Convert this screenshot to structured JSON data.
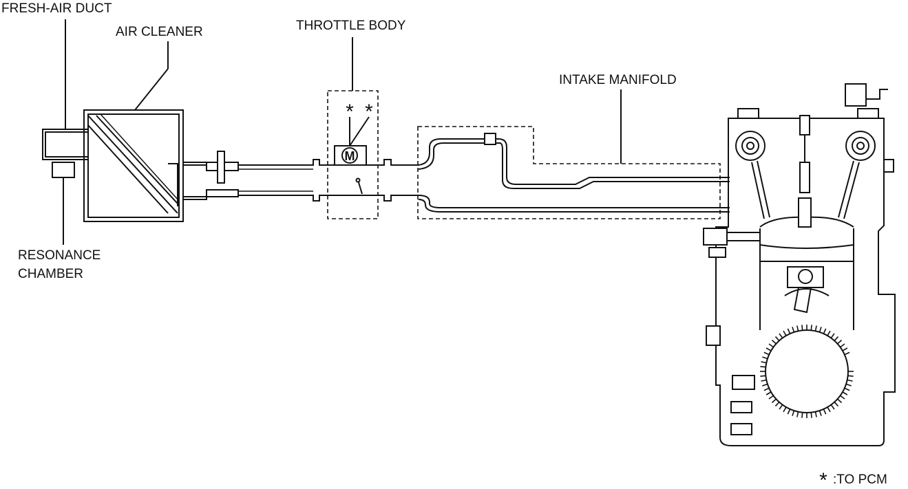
{
  "labels": {
    "fresh_air_duct": "FRESH-AIR DUCT",
    "air_cleaner": "AIR CLEANER",
    "throttle_body": "THROTTLE BODY",
    "intake_manifold": "INTAKE MANIFOLD",
    "resonance_chamber_line1": "RESONANCE",
    "resonance_chamber_line2": "CHAMBER"
  },
  "legend": {
    "symbol": "*",
    "text": ":TO PCM"
  },
  "throttle": {
    "motor_symbol": "M",
    "pcm_marks": [
      "*",
      "*"
    ]
  },
  "colors": {
    "line": "#111111",
    "background": "#ffffff"
  }
}
